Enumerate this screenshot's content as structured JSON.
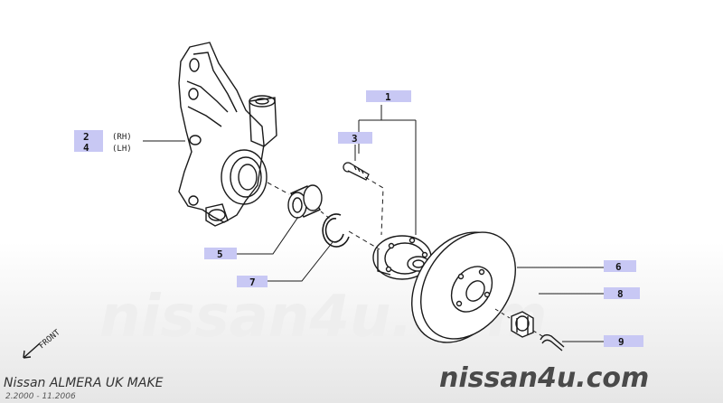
{
  "callouts": {
    "c1": {
      "num": "1"
    },
    "c2": {
      "num": "2",
      "side": "(RH)"
    },
    "c4": {
      "num": "4",
      "side": "(LH)"
    },
    "c3": {
      "num": "3"
    },
    "c5": {
      "num": "5"
    },
    "c6": {
      "num": "6"
    },
    "c7": {
      "num": "7"
    },
    "c8": {
      "num": "8"
    },
    "c9": {
      "num": "9"
    }
  },
  "direction": {
    "label": "FRONT"
  },
  "footer": {
    "model": "Nissan ALMERA UK MAKE",
    "dates": "2.2000 - 11.2006",
    "brand": "nissan4u.com"
  },
  "watermark": {
    "text": "nissan4u.com"
  },
  "colors": {
    "label_bg": "#c8c8f4",
    "line": "#1a1a1a"
  }
}
